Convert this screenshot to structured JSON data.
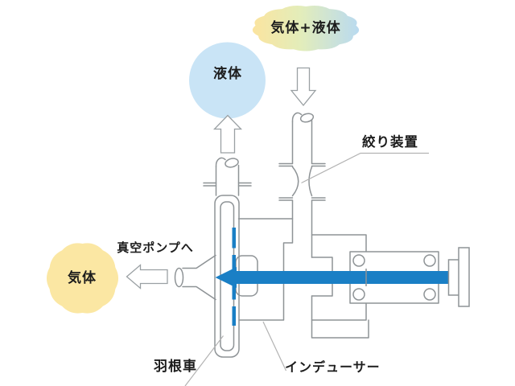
{
  "labels": {
    "inlet_cloud": "気体+液体",
    "liquid_bubble": "液体",
    "gas_cloud": "気体",
    "to_vacuum_pump": "真空ポンプへ",
    "throttle_device": "絞り装置",
    "impeller": "羽根車",
    "inducer": "インデューサー"
  },
  "colors": {
    "shaft_blue": "#1a7fc5",
    "outline_gray": "#8e9396",
    "arrow_outline_gray": "#9aa0a3",
    "leader_gray": "#b3b3b3",
    "gas_cloud_yellow": "#fbe7a3",
    "liquid_bubble_blue": "#c9e4f6",
    "gradient_left_yellow": "#fbe49f",
    "gradient_mid_green": "#e3edba",
    "gradient_right_blue": "#b9daf0",
    "background": "#ffffff"
  }
}
